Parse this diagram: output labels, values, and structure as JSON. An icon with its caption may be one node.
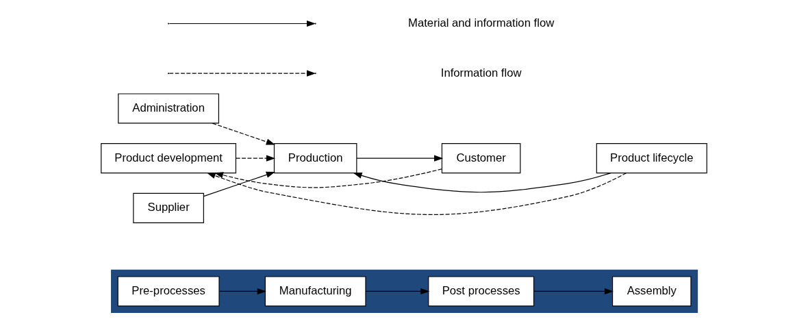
{
  "diagram": {
    "nodes": [
      {
        "text": [],
        "shape": "band"
      },
      {
        "text": [
          "Pre-processes"
        ],
        "in": 0
      },
      {
        "text": [
          "Manufacturing"
        ],
        "in": 0
      },
      {
        "text": [
          "Post processes"
        ],
        "in": 0
      },
      {
        "text": [
          "Assembly"
        ],
        "in": 0
      },
      {
        "text": [
          "Administration"
        ]
      },
      {
        "text": [
          "Supplier"
        ]
      },
      {
        "text": [
          "Product development"
        ]
      },
      {
        "text": [
          "Production"
        ]
      },
      {
        "text": [
          "Customer"
        ]
      },
      {
        "text": [
          "Product lifecycle"
        ]
      }
    ],
    "edges": [
      {
        "from": 1,
        "to": 2,
        "arrow": "to"
      },
      {
        "from": 2,
        "to": 3,
        "arrow": "to"
      },
      {
        "from": 3,
        "to": 4,
        "arrow": "to"
      },
      {
        "from": 5,
        "to": 8,
        "arrow": "to",
        "style": "dashed"
      },
      {
        "from": 6,
        "to": 8,
        "arrow": "to"
      },
      {
        "from": 7,
        "to": 8,
        "arrow": "to",
        "style": "dashed"
      },
      {
        "from": 8,
        "to": 9,
        "arrow": "to"
      },
      {
        "from": 10,
        "to": 8,
        "arrow": "to"
      },
      {
        "from": 9,
        "to": 7,
        "arrow": "to",
        "style": "dashed"
      },
      {
        "from": 10,
        "to": 7,
        "arrow": "to",
        "style": "dashed"
      }
    ],
    "legend": [
      {
        "text": "Material and information flow"
      },
      {
        "text": "Information flow"
      }
    ]
  }
}
